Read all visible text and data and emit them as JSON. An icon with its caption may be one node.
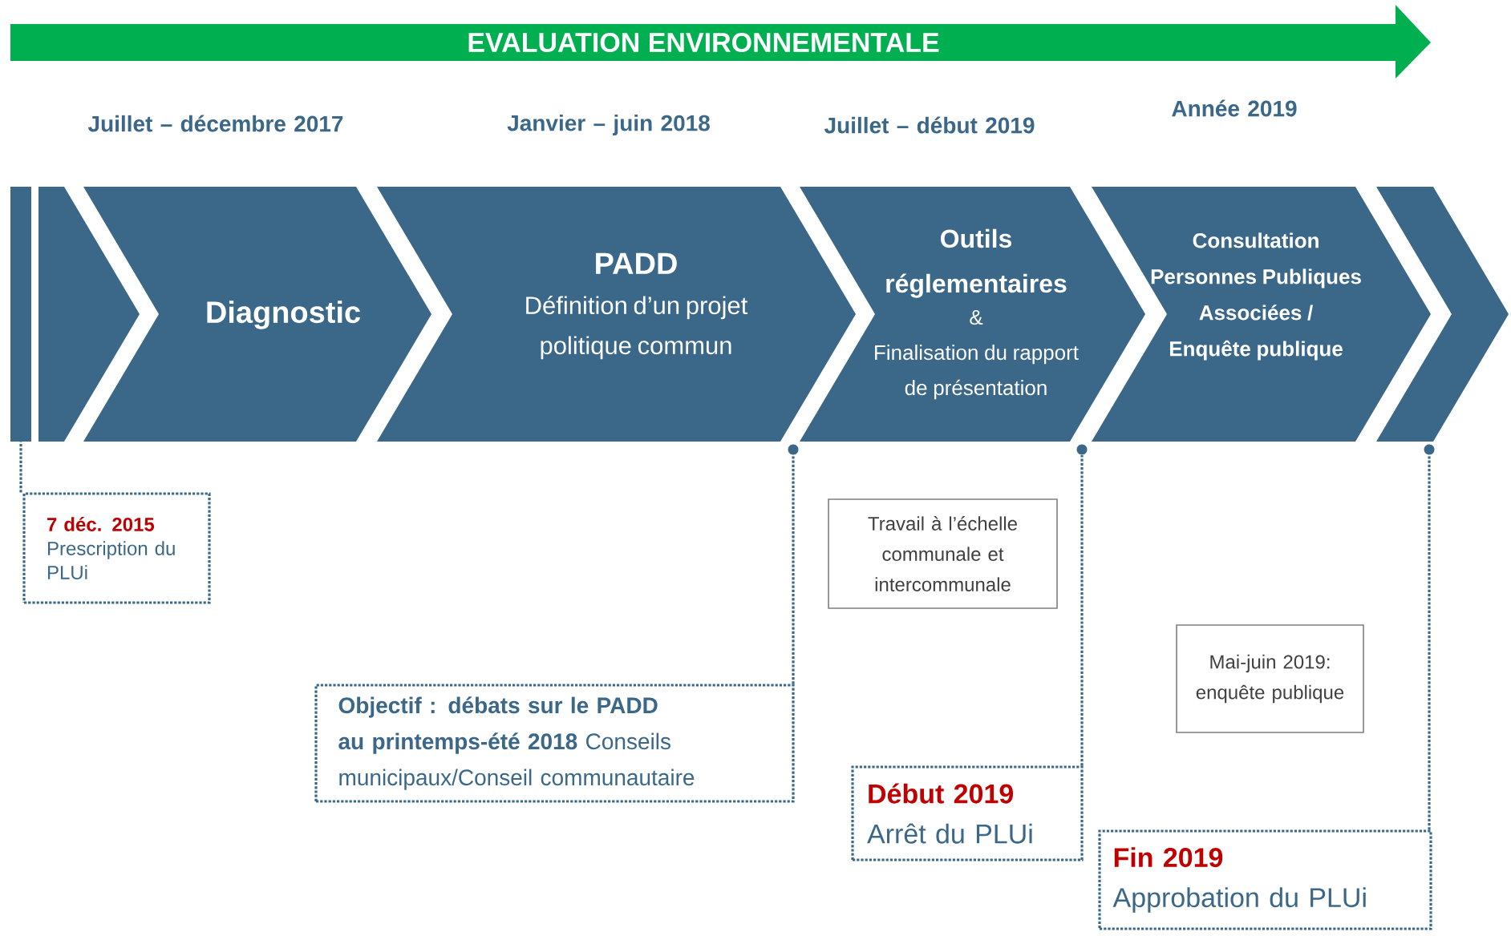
{
  "diagram": {
    "nodes": [
      {
        "text": [
          "EVALUATION ENVIRONNEMENTALE"
        ]
      },
      {
        "text": [],
        "shape": "bar"
      },
      {
        "text": [],
        "shape": "chevron"
      },
      {
        "text": [
          "Diagnostic"
        ]
      },
      {
        "text": [
          "PADD",
          "Définition d’un projet politique commun"
        ]
      },
      {
        "text": [
          "Outils réglementaires",
          "&",
          "Finalisation du rapport de présentation"
        ]
      },
      {
        "text": [
          "Consultation Personnes Publiques Associées / Enquête publique"
        ]
      },
      {
        "text": [],
        "shape": "chevron"
      },
      {
        "text": [],
        "shape": "circle"
      },
      {
        "text": [],
        "shape": "circle"
      },
      {
        "text": [],
        "shape": "circle"
      },
      {
        "text": [
          "7 déc. 2015",
          "Prescription du PLUi"
        ]
      },
      {
        "text": [
          "Travail à l’échelle communale et intercommunale"
        ]
      },
      {
        "text": [
          "Mai-juin 2019: enquête publique"
        ]
      },
      {
        "text": [
          "**Objectif : débats sur le PADD au printemps-été 2018** Conseils municipaux/Conseil communautaire"
        ]
      },
      {
        "text": [
          "Début 2019",
          "Arrêt du PLUi"
        ]
      },
      {
        "text": [
          "Fin 2019",
          "Approbation du PLUi"
        ]
      }
    ],
    "edges": [
      {
        "from": 11,
        "to": 1,
        "arrow": "none",
        "style": "dashed"
      },
      {
        "from": 14,
        "to": 8,
        "arrow": "none",
        "style": "dashed"
      },
      {
        "from": 15,
        "to": 9,
        "arrow": "none",
        "style": "dashed"
      },
      {
        "from": 16,
        "to": 10,
        "arrow": "none",
        "style": "dashed"
      }
    ],
    "labels": [
      "Juillet – décembre 2017",
      "Janvier – juin 2018",
      "Juillet – début 2019",
      "Année 2019"
    ]
  }
}
